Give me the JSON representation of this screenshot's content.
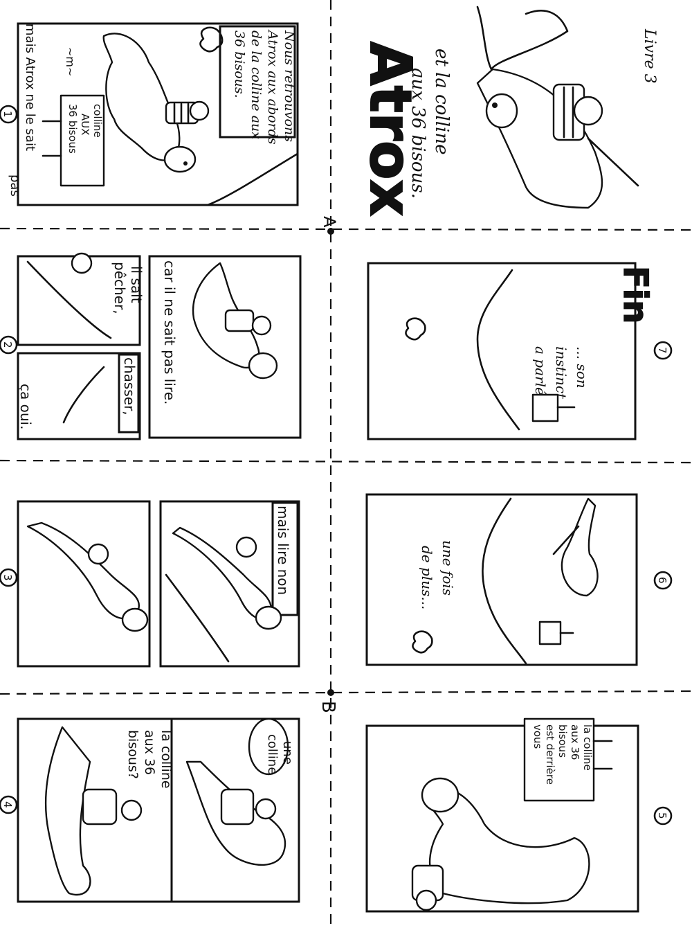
{
  "book": {
    "title": "Atrox",
    "subtitle_line1": "et la colline",
    "subtitle_line2": "aux 36 bisous.",
    "volume": "Livre 3"
  },
  "fold_marks": {
    "a": "A",
    "b": "B"
  },
  "pages": {
    "p1": {
      "number": "1",
      "caption": [
        "Nous retrouvons",
        "Atrox aux abords",
        "de la colline aux",
        "36 bisous."
      ],
      "sign": [
        "colline",
        "AUX",
        "36 bisous"
      ],
      "bottom_text": [
        "mais Atrox ne le sait",
        "pas"
      ],
      "sfx": "~m~"
    },
    "p2": {
      "number": "2",
      "caption_top": "car il ne sait pas lire.",
      "caption_fish": [
        "il sait",
        "pêcher,"
      ],
      "caption_hunt": "chasser,",
      "caption_ok": "ça oui."
    },
    "p3": {
      "number": "3",
      "caption": "mais lire non"
    },
    "p4": {
      "number": "4",
      "speech1": [
        "une",
        "colline"
      ],
      "speech2": [
        "la colline",
        "aux 36",
        "bisous?"
      ]
    },
    "p5": {
      "number": "5",
      "sign": [
        "la colline",
        "aux 36",
        "bisous",
        "est derrière",
        "vous"
      ]
    },
    "p6": {
      "number": "6",
      "caption": [
        "une fois",
        "de plus..."
      ]
    },
    "p7": {
      "number": "7",
      "caption": [
        "... son",
        "instinct",
        "a parlé."
      ],
      "end": "Fin"
    }
  }
}
